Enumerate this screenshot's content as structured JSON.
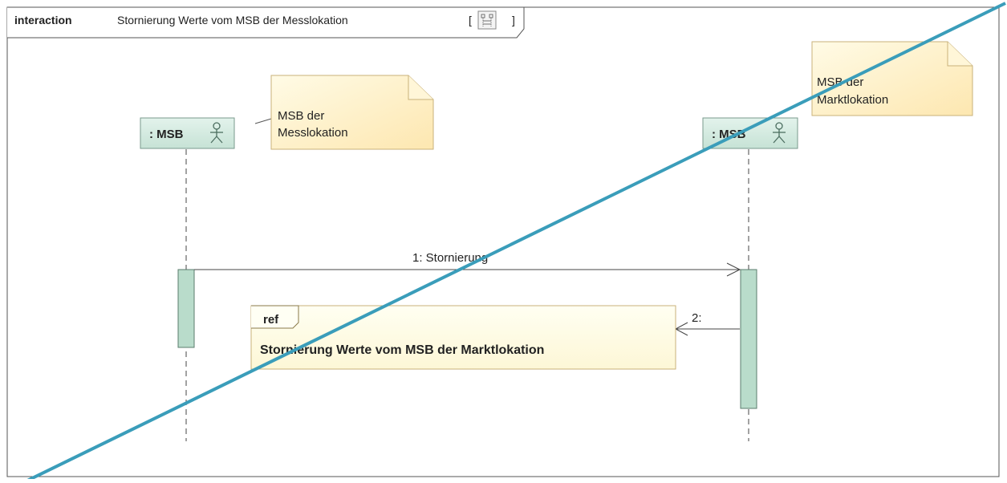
{
  "frame": {
    "keyword": "interaction",
    "name": "Stornierung Werte vom MSB der Messlokation",
    "bracket_open": "[",
    "bracket_close": "]",
    "icon": "sequence-diagram-icon"
  },
  "lifelines": [
    {
      "label": ": MSB",
      "icon": "actor-icon"
    },
    {
      "label": ": MSB",
      "icon": "actor-icon"
    }
  ],
  "notes": [
    {
      "line1": "MSB der",
      "line2": "Messlokation"
    },
    {
      "line1": "MSB der",
      "line2": "Marktlokation"
    }
  ],
  "messages": [
    {
      "label": "1: Stornierung"
    },
    {
      "label": "2:"
    }
  ],
  "interaction_use": {
    "keyword": "ref",
    "name": "Stornierung Werte vom MSB der Marktlokation"
  },
  "colors": {
    "lifeline_head": "#cfe7dc",
    "activation": "#b9dccb",
    "note_fill": "#fff3c8",
    "ref_fill": "#fffde5",
    "strike_line": "#3a9dba",
    "border": "#555555"
  }
}
